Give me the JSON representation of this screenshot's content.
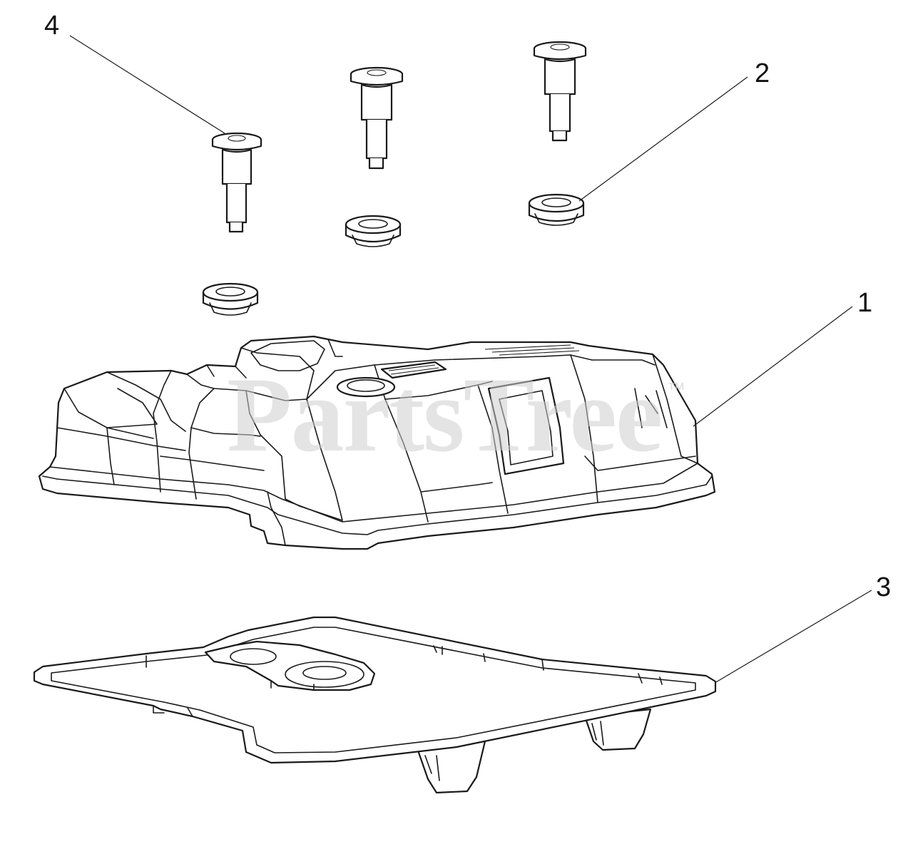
{
  "watermark": {
    "text": "PartsTree",
    "trademark": "™"
  },
  "callouts": [
    {
      "id": "1",
      "label": "1"
    },
    {
      "id": "2",
      "label": "2"
    },
    {
      "id": "3",
      "label": "3"
    },
    {
      "id": "4",
      "label": "4"
    }
  ],
  "parts": [
    {
      "callout": "1",
      "component": "valve-cover"
    },
    {
      "callout": "2",
      "component": "grommet",
      "quantity_drawn": 3
    },
    {
      "callout": "3",
      "component": "gasket"
    },
    {
      "callout": "4",
      "component": "shoulder-bolt",
      "quantity_drawn": 3
    }
  ],
  "colors": {
    "line": "#1a1a1a",
    "background": "#ffffff",
    "watermark": "#cfcfcf"
  }
}
